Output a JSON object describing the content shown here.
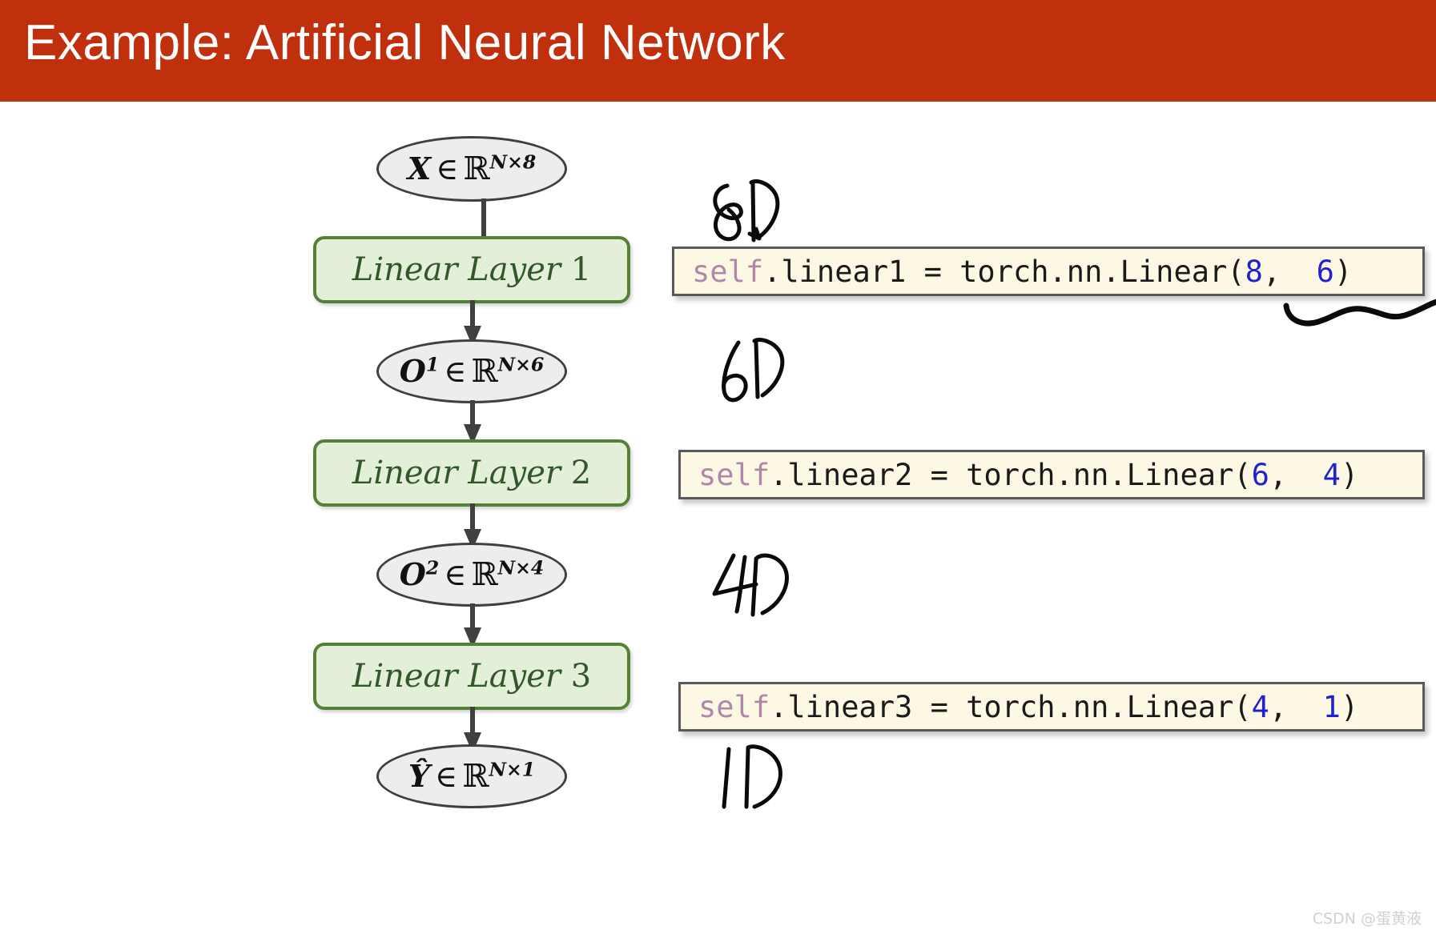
{
  "slide": {
    "title": "Example: Artificial Neural Network",
    "title_bar_color": "#c1300d",
    "background_color": "#ffffff",
    "watermark": "CSDN @蛋黄液"
  },
  "diagram": {
    "nodes": [
      {
        "id": "input",
        "symbol": "X",
        "superscript": "",
        "hat": false,
        "member_op": "∈",
        "set": "ℝ",
        "exponent": "N×8"
      },
      {
        "id": "o1",
        "symbol": "O",
        "superscript": "1",
        "hat": false,
        "member_op": "∈",
        "set": "ℝ",
        "exponent": "N×6"
      },
      {
        "id": "o2",
        "symbol": "O",
        "superscript": "2",
        "hat": false,
        "member_op": "∈",
        "set": "ℝ",
        "exponent": "N×4"
      },
      {
        "id": "output",
        "symbol": "Ŷ",
        "superscript": "",
        "hat": true,
        "member_op": "∈",
        "set": "ℝ",
        "exponent": "N×1"
      }
    ],
    "layers": [
      {
        "id": "layer1",
        "name": "Linear Layer",
        "index": "1"
      },
      {
        "id": "layer2",
        "name": "Linear Layer",
        "index": "2"
      },
      {
        "id": "layer3",
        "name": "Linear Layer",
        "index": "3"
      }
    ],
    "layer_box_fill": "#e3efd9",
    "layer_box_border": "#538135",
    "ellipse_fill": "#ededed",
    "ellipse_border": "#3f3f3f",
    "arrow_color": "#404040"
  },
  "code_boxes": [
    {
      "id": "code1",
      "self": "self",
      "assign": ".linear1 = torch.nn.Linear(",
      "arg_in": "8",
      "arg_sep": ",  ",
      "arg_out": "6",
      "close": ")",
      "full_text": "self.linear1 = torch.nn.Linear(8,  6)"
    },
    {
      "id": "code2",
      "self": "self",
      "assign": ".linear2 = torch.nn.Linear(",
      "arg_in": "6",
      "arg_sep": ",  ",
      "arg_out": "4",
      "close": ")",
      "full_text": "self.linear2 = torch.nn.Linear(6,  4)"
    },
    {
      "id": "code3",
      "self": "self",
      "assign": ".linear3 = torch.nn.Linear(",
      "arg_in": "4",
      "arg_sep": ",  ",
      "arg_out": "1",
      "close": ")",
      "full_text": "self.linear3 = torch.nn.Linear(4,  1)"
    }
  ],
  "annotations": [
    {
      "id": "ann-8d",
      "text": "8D"
    },
    {
      "id": "ann-6d",
      "text": "6D"
    },
    {
      "id": "ann-4d",
      "text": "4D"
    },
    {
      "id": "ann-1d",
      "text": "1D"
    }
  ],
  "ink": {
    "color": "#000000",
    "squiggle_label": "wavy-underline"
  }
}
